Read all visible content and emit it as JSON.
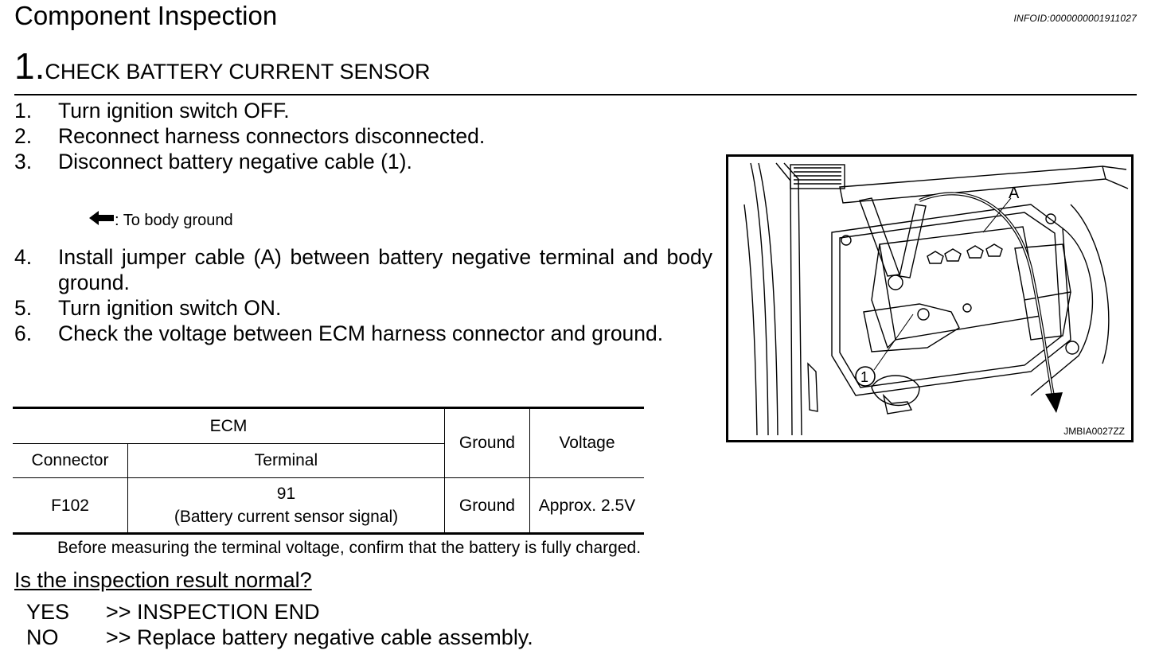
{
  "header": {
    "title": "Component Inspection",
    "info_id": "INFOID:0000000001911027"
  },
  "step_heading": {
    "number": "1.",
    "text": "CHECK BATTERY CURRENT SENSOR"
  },
  "steps": [
    {
      "num": "1.",
      "text": "Turn ignition switch OFF."
    },
    {
      "num": "2.",
      "text": "Reconnect harness connectors disconnected."
    },
    {
      "num": "3.",
      "text": "Disconnect battery negative cable (1)."
    },
    {
      "num": "4.",
      "text": "Install jumper cable (A) between battery negative terminal and body ground."
    },
    {
      "num": "5.",
      "text": "Turn ignition switch ON."
    },
    {
      "num": "6.",
      "text": "Check the voltage between ECM harness connector and ground."
    }
  ],
  "ground_note": {
    "icon": "arrow-left-icon",
    "text": ": To body ground"
  },
  "figure": {
    "label_a": "A",
    "label_1": "1",
    "code": "JMBIA0027ZZ"
  },
  "table": {
    "header": {
      "ecm": "ECM",
      "connector": "Connector",
      "terminal": "Terminal",
      "ground": "Ground",
      "voltage": "Voltage"
    },
    "rows": [
      {
        "connector": "F102",
        "terminal_number": "91",
        "terminal_desc": "(Battery current sensor signal)",
        "ground": "Ground",
        "voltage": "Approx. 2.5V"
      }
    ],
    "note": "Before measuring the terminal voltage, confirm that the battery is fully charged."
  },
  "question": "Is the inspection result normal?",
  "answers": [
    {
      "key": "YES",
      "value": ">> INSPECTION END"
    },
    {
      "key": "NO",
      "value": ">> Replace battery negative cable assembly."
    }
  ]
}
